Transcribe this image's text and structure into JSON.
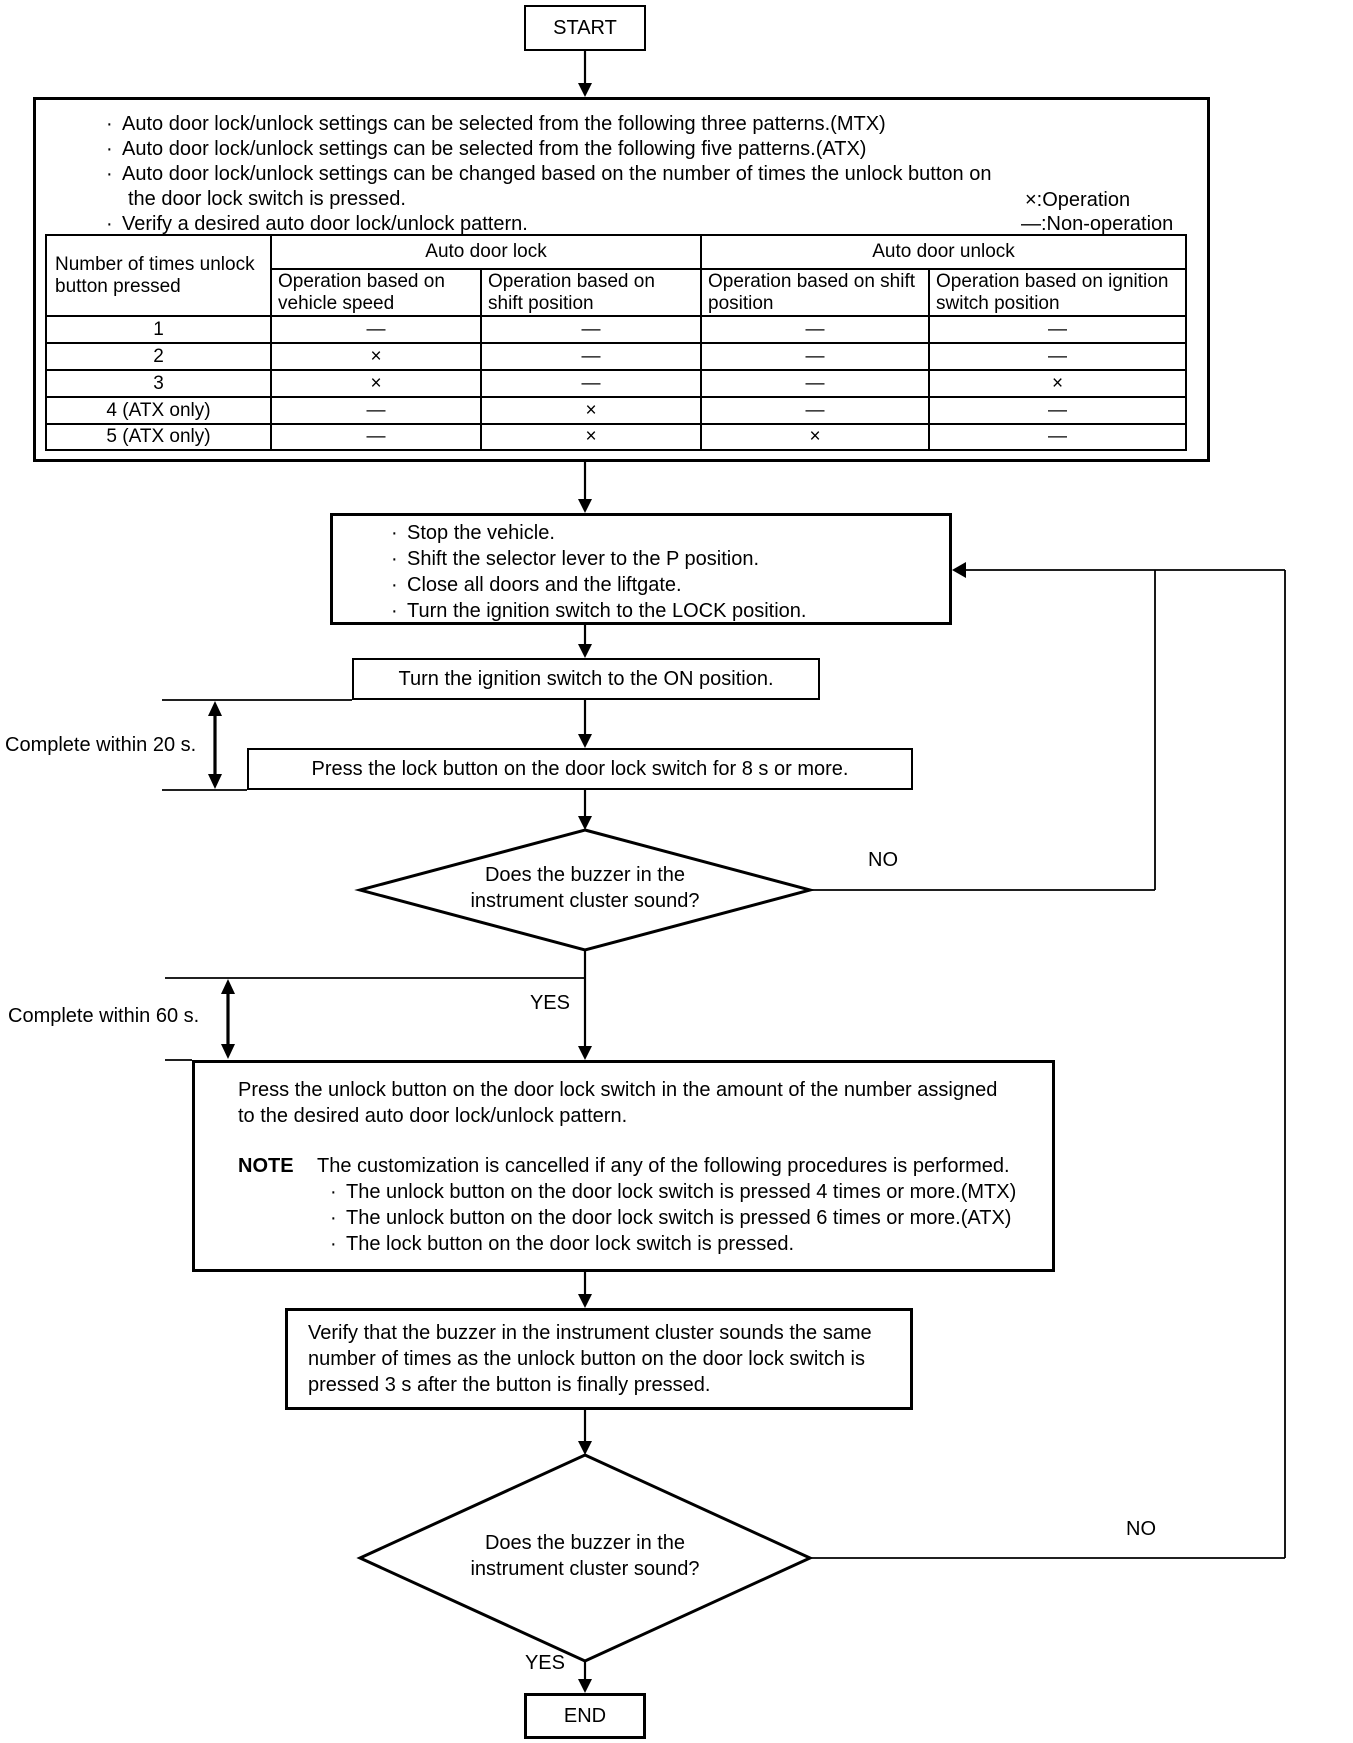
{
  "chars": {
    "bullet": "·"
  },
  "start": {
    "label": "START"
  },
  "end": {
    "label": "END"
  },
  "intro": {
    "bullets": [
      "Auto door lock/unlock settings can be selected from the following three patterns.(MTX)",
      "Auto door lock/unlock settings can be selected from the following five patterns.(ATX)",
      "Auto door lock/unlock settings can be changed based on the number of times the unlock button on",
      "the door lock switch is pressed.",
      "Verify a desired auto door lock/unlock pattern."
    ],
    "legend": {
      "operation": "×:Operation",
      "non_operation": "—:Non-operation"
    }
  },
  "table": {
    "row_header": "Number of times unlock button pressed",
    "groups": [
      "Auto door lock",
      "Auto door unlock"
    ],
    "columns": [
      "Operation based on vehicle speed",
      "Operation based on shift position",
      "Operation based on shift position",
      "Operation based on ignition switch position"
    ],
    "rows": [
      {
        "label": "1",
        "values": [
          "—",
          "—",
          "—",
          "—"
        ]
      },
      {
        "label": "2",
        "values": [
          "×",
          "—",
          "—",
          "—"
        ]
      },
      {
        "label": "3",
        "values": [
          "×",
          "—",
          "—",
          "×"
        ]
      },
      {
        "label": "4 (ATX only)",
        "values": [
          "—",
          "×",
          "—",
          "—"
        ]
      },
      {
        "label": "5 (ATX only)",
        "values": [
          "—",
          "×",
          "×",
          "—"
        ]
      }
    ]
  },
  "steps": {
    "prepare": {
      "lines": [
        "Stop the vehicle.",
        "Shift the selector lever to the P position.",
        "Close all doors and the liftgate.",
        "Turn the ignition switch to the LOCK position."
      ]
    },
    "ignition_on": "Turn the ignition switch to the ON position.",
    "press_lock": "Press the lock button on the door lock switch for 8 s or more.",
    "press_unlock": {
      "lines": [
        "Press the unlock button on the door lock switch in the amount of the number assigned",
        "to the desired auto door lock/unlock pattern."
      ],
      "note_label": "NOTE",
      "note_text": "The customization is cancelled if any of the following procedures is performed.",
      "note_bullets": [
        "The unlock button on the door lock switch is pressed 4 times or more.(MTX)",
        "The unlock button on the door lock switch is pressed 6 times or more.(ATX)",
        "The lock button on the door lock switch is pressed."
      ]
    },
    "verify": {
      "lines": [
        "Verify that the buzzer in the instrument cluster sounds the same",
        "number of times as the unlock button on the door lock switch is",
        "pressed 3 s after the button is finally pressed."
      ]
    }
  },
  "decisions": {
    "buzzer1": {
      "lines": [
        "Does the buzzer in the",
        "instrument cluster sound?"
      ]
    },
    "buzzer2": {
      "lines": [
        "Does the buzzer in the",
        "instrument cluster sound?"
      ]
    }
  },
  "labels": {
    "complete20": "Complete within 20 s.",
    "complete60": "Complete within 60 s.",
    "no1": "NO",
    "yes1": "YES",
    "no2": "NO",
    "yes2": "YES"
  }
}
